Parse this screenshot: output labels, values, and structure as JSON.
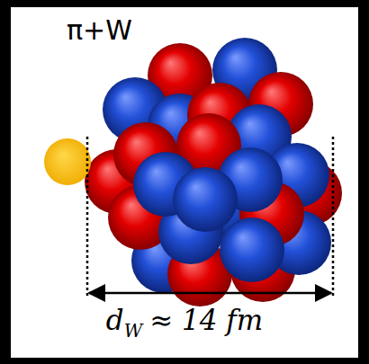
{
  "diagram": {
    "labels": [
      "π+W",
      "d",
      "W",
      "≈ 14 fm"
    ]
  }
}
